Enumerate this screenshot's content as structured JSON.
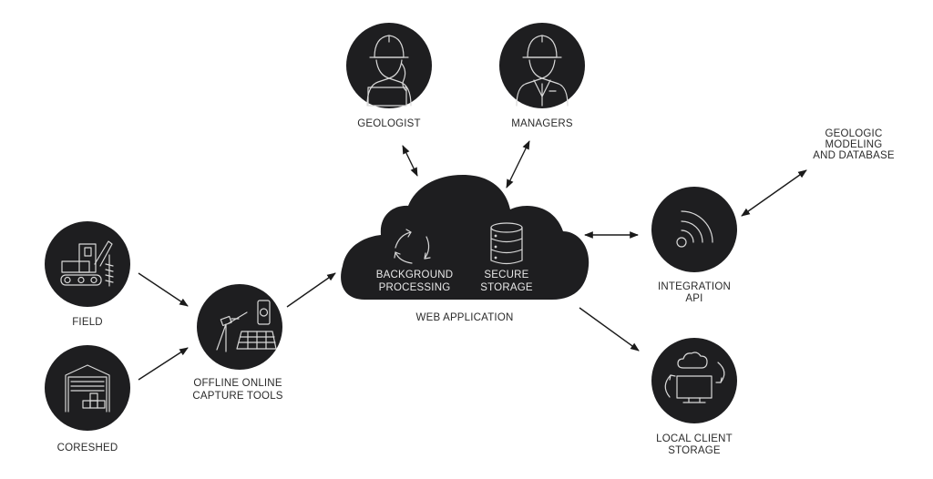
{
  "diagram": {
    "nodes": {
      "geologist": {
        "label": "GEOLOGIST",
        "icon": "geologist-icon"
      },
      "managers": {
        "label": "MANAGERS",
        "icon": "manager-icon"
      },
      "field": {
        "label": "FIELD",
        "icon": "drill-rig-icon"
      },
      "coreshed": {
        "label": "CORESHED",
        "icon": "warehouse-icon"
      },
      "capture": {
        "label_line1": "OFFLINE ONLINE",
        "label_line2": "CAPTURE TOOLS",
        "icon": "capture-tools-icon"
      },
      "webapp": {
        "label": "WEB APPLICATION",
        "processing_line1": "BACKGROUND",
        "processing_line2": "PROCESSING",
        "storage_line1": "SECURE",
        "storage_line2": "STORAGE"
      },
      "integration": {
        "label_line1": "INTEGRATION",
        "label_line2": "API",
        "icon": "wireless-icon"
      },
      "geologic": {
        "label_line1": "GEOLOGIC",
        "label_line2": "MODELING",
        "label_line3": "AND DATABASE"
      },
      "local": {
        "label_line1": "LOCAL CLIENT",
        "label_line2": "STORAGE",
        "icon": "local-sync-icon"
      }
    },
    "edges": [
      {
        "from": "field",
        "to": "capture",
        "direction": "forward"
      },
      {
        "from": "coreshed",
        "to": "capture",
        "direction": "forward"
      },
      {
        "from": "capture",
        "to": "webapp",
        "direction": "forward"
      },
      {
        "from": "geologist",
        "to": "webapp",
        "direction": "both"
      },
      {
        "from": "managers",
        "to": "webapp",
        "direction": "both"
      },
      {
        "from": "webapp",
        "to": "integration",
        "direction": "both"
      },
      {
        "from": "integration",
        "to": "geologic",
        "direction": "both"
      },
      {
        "from": "webapp",
        "to": "local",
        "direction": "forward"
      }
    ],
    "colors": {
      "node": "#1e1e20",
      "icon_stroke": "#d8d8d8",
      "text": "#2a2a2a",
      "background": "#ffffff"
    }
  }
}
